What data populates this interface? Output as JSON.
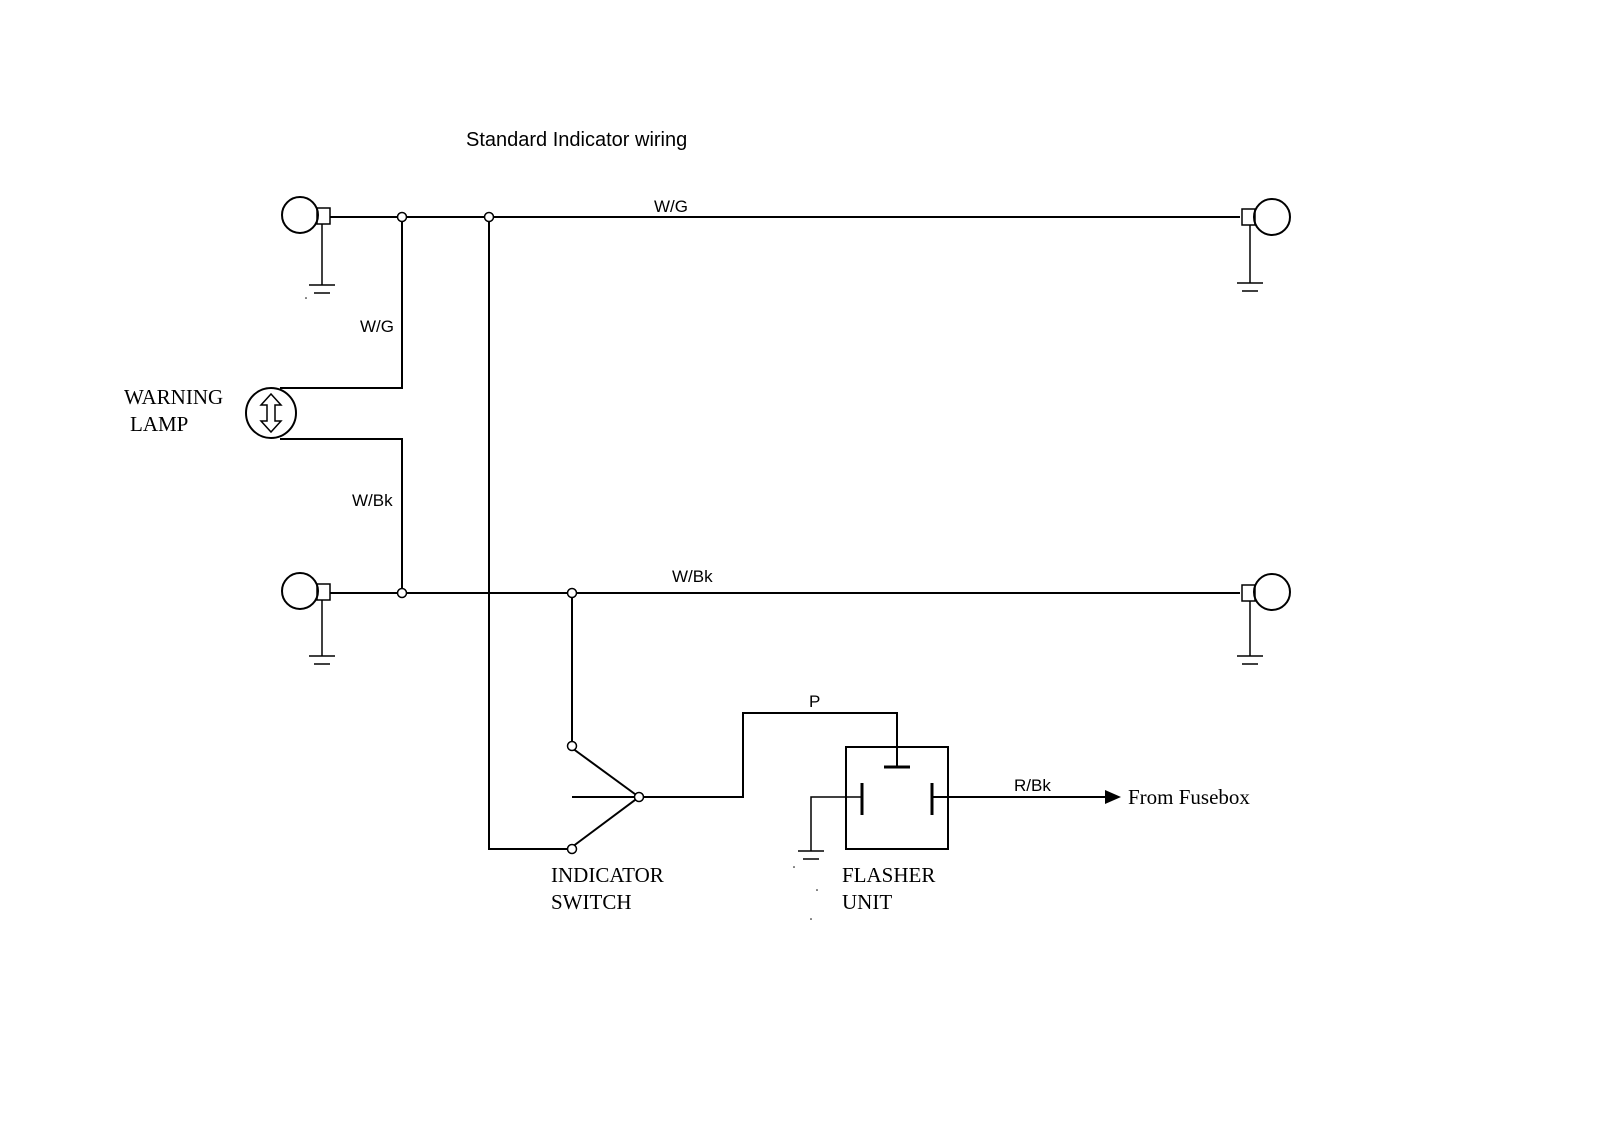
{
  "title": "Standard Indicator wiring",
  "wire_labels": {
    "front_line": "W/G",
    "lamp_upper": "W/G",
    "lamp_lower": "W/Bk",
    "rear_line": "W/Bk",
    "switch_to_flasher": "P",
    "supply": "R/Bk"
  },
  "components": {
    "warning_lamp": [
      "WARNING",
      "LAMP"
    ],
    "indicator_switch": [
      "INDICATOR",
      "SWITCH"
    ],
    "flasher_unit": [
      "FLASHER",
      "UNIT"
    ]
  },
  "supply_label": "From Fusebox"
}
